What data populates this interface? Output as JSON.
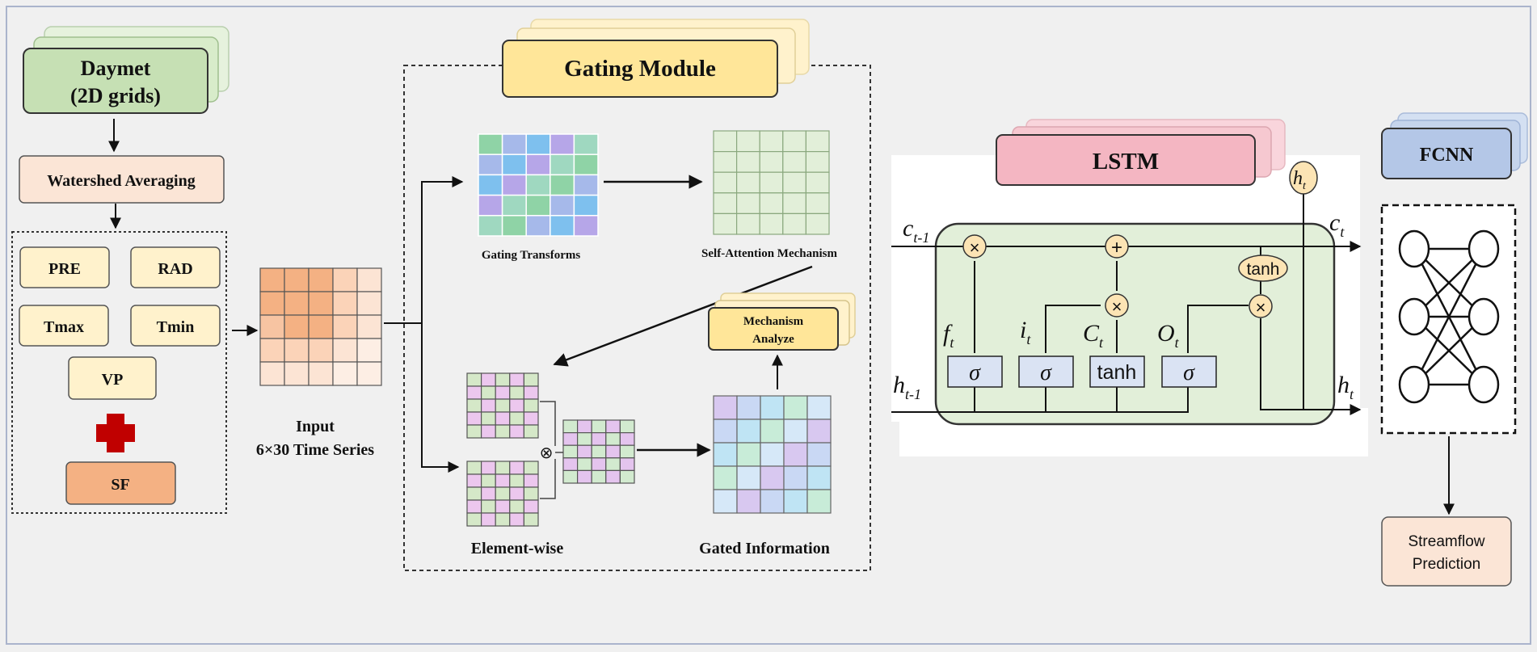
{
  "inputs": {
    "daymet_title": "Daymet",
    "daymet_sub": "(2D grids)",
    "watershed": "Watershed Averaging",
    "variables": [
      "PRE",
      "RAD",
      "Tmax",
      "Tmin",
      "VP"
    ],
    "plus_symbol": "+",
    "sf": "SF"
  },
  "input_matrix": {
    "label_line1": "Input",
    "label_line2": "6×30 Time Series"
  },
  "gating": {
    "title": "Gating Module",
    "gating_transforms": "Gating Transforms",
    "self_attention": "Self-Attention Mechanism",
    "mechanism_line1": "Mechanism",
    "mechanism_line2": "Analyze",
    "element_wise": "Element-wise",
    "gated_information": "Gated Information",
    "product_symbol": "⊗"
  },
  "lstm": {
    "title": "LSTM",
    "c_prev": "c",
    "c_prev_sub": "t-1",
    "c_t": "c",
    "c_t_sub": "t",
    "h_prev": "h",
    "h_prev_sub": "t-1",
    "h_t": "h",
    "h_t_sub": "t",
    "h_top": "h",
    "h_top_sub": "t",
    "f_t": "f",
    "f_sub": "t",
    "i_t": "i",
    "i_sub": "t",
    "C_t": "C",
    "C_sub": "t",
    "O_t": "O",
    "O_sub": "t",
    "sigma": "σ",
    "tanh": "tanh",
    "times": "×",
    "plus": "+"
  },
  "fcnn": {
    "title": "FCNN",
    "output_line1": "Streamflow",
    "output_line2": "Prediction"
  },
  "colors": {
    "green_box": "#c6e0b4",
    "peach_box": "#fbe5d6",
    "yellow_box": "#fff2cc",
    "gold_box": "#ffe699",
    "sf_box": "#f4b183",
    "pink_box": "#f4b6c2",
    "blue_box": "#b4c7e7",
    "lstm_cell": "#e2efd9",
    "gate_box": "#dae3f3",
    "red_cross": "#c00000"
  }
}
